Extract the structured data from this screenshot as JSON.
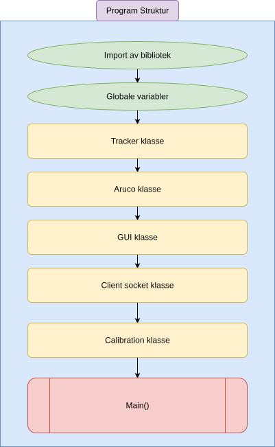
{
  "title": "Program Struktur",
  "nodes": [
    {
      "id": "import",
      "label": "Import av bibliotek",
      "shape": "ellipse",
      "fill": "#d5e8d4",
      "stroke": "#82b366"
    },
    {
      "id": "globals",
      "label": "Globale variabler",
      "shape": "ellipse",
      "fill": "#d5e8d4",
      "stroke": "#82b366"
    },
    {
      "id": "tracker",
      "label": "Tracker klasse",
      "shape": "rounded-rect",
      "fill": "#fff2cc",
      "stroke": "#d6b656"
    },
    {
      "id": "aruco",
      "label": "Aruco klasse",
      "shape": "rounded-rect",
      "fill": "#fff2cc",
      "stroke": "#d6b656"
    },
    {
      "id": "gui",
      "label": "GUI klasse",
      "shape": "rounded-rect",
      "fill": "#fff2cc",
      "stroke": "#d6b656"
    },
    {
      "id": "client",
      "label": "Client socket klasse",
      "shape": "rounded-rect",
      "fill": "#fff2cc",
      "stroke": "#d6b656"
    },
    {
      "id": "calibration",
      "label": "Calibration klasse",
      "shape": "rounded-rect",
      "fill": "#fff2cc",
      "stroke": "#d6b656"
    },
    {
      "id": "main",
      "label": "Main()",
      "shape": "process",
      "fill": "#f8cecc",
      "stroke": "#b85450"
    }
  ],
  "edges": [
    {
      "from": "import",
      "to": "globals"
    },
    {
      "from": "globals",
      "to": "tracker"
    },
    {
      "from": "tracker",
      "to": "aruco"
    },
    {
      "from": "aruco",
      "to": "gui"
    },
    {
      "from": "gui",
      "to": "client"
    },
    {
      "from": "client",
      "to": "calibration"
    },
    {
      "from": "calibration",
      "to": "main"
    }
  ],
  "colors": {
    "container_fill": "#dae8fc",
    "container_stroke": "#6c8ebf",
    "title_fill": "#e1d5e7",
    "title_stroke": "#9673a6",
    "arrow": "#000000"
  }
}
